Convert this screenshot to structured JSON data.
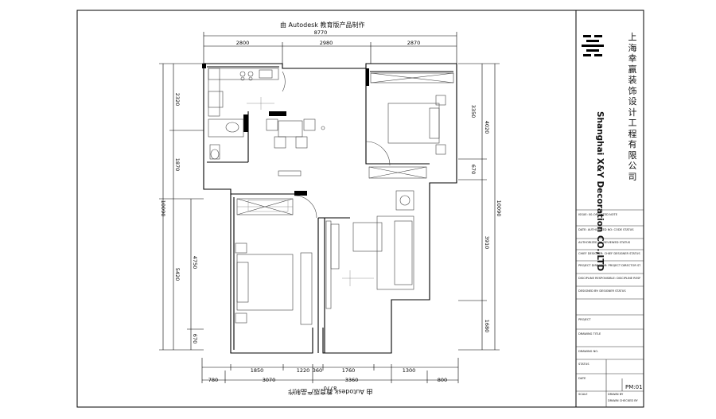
{
  "watermark": {
    "top": "由 Autodesk 教育版产品制作",
    "bottom": "由 Autodesk 教育版产品制作"
  },
  "company": {
    "name_cn": "上海幸赢装饰设计工程有限公司",
    "name_en": "Shanghai X&Y Decoration CO.,LTD",
    "logo": "company-logo-icon"
  },
  "dimensions": {
    "top_total": "8770",
    "top_segments": [
      "2800",
      "2980",
      "2870"
    ],
    "bottom_total": "8770",
    "bottom_segments": [
      "780",
      "3070",
      "3360",
      "1300",
      "800"
    ],
    "bottom_inner": [
      "1850",
      "1220",
      "360",
      "1760"
    ],
    "left_outer": "10090",
    "left_upper": [
      "2320",
      "1870"
    ],
    "left_lower": [
      "5420"
    ],
    "left_mid": [
      "4750",
      "670"
    ],
    "right_outer": "10090",
    "right_inner": [
      "3350",
      "4020",
      "670",
      "3910",
      "1680"
    ]
  },
  "title_block": {
    "rows": [
      "ISSUE: 00-OPERATED NOTE",
      "DATE: AUTHORIZED NO: CODE STATUS",
      "AUTHORIZED BY: REVIEWED STATUS",
      "CHIEF DESIGNER: CHIEF DESIGNER STATUS",
      "PROJECT DIRECTOR: PROJECT DIRECTOR STATUS",
      "DISCIPLINE RESPONSIBLE: DISCIPLINE RESPONSIBLE STATUS",
      "DESIGNED BY: DESIGNER STATUS",
      "",
      "PROJECT",
      "DRAWING TITLE",
      "DRAWING NO.",
      "STATUS"
    ],
    "small": [
      "DATE",
      "SCALE",
      "DRAWN BY",
      "DRAWN CHECKED BY"
    ],
    "sheet_no": "PM:01"
  }
}
